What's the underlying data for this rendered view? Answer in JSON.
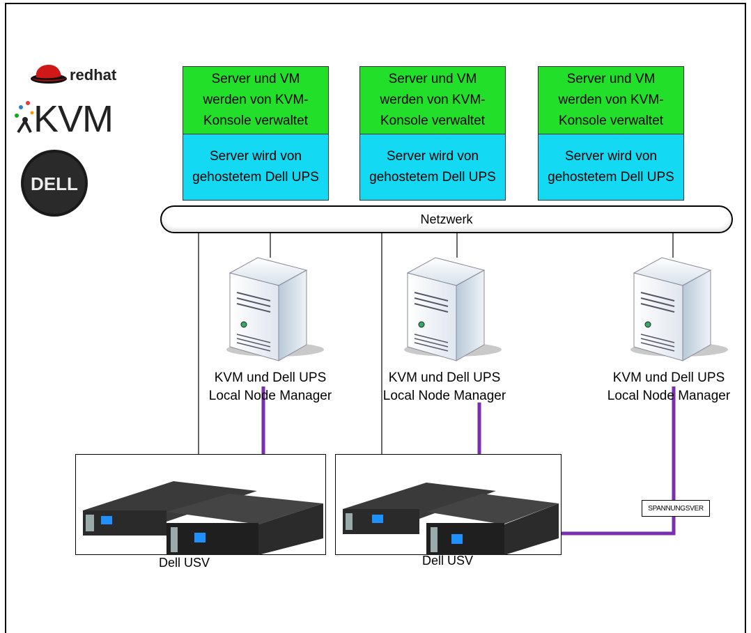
{
  "vm_boxes": [
    {
      "top": "Server und VM\nwerden von KVM-\nKonsole verwaltet",
      "bottom": "Server wird von\ngehostetem Dell UPS"
    },
    {
      "top": "Server und VM\nwerden von KVM-\nKonsole verwaltet",
      "bottom": "Server wird von\ngehostetem Dell UPS"
    },
    {
      "top": "Server und VM\nwerden von KVM-\nKonsole verwaltet",
      "bottom": "Server wird von\ngehostetem Dell UPS"
    }
  ],
  "network_label": "Netzwerk",
  "node_labels": [
    "KVM und Dell UPS\nLocal Node Manager",
    "KVM und Dell UPS\nLocal Node Manager",
    "KVM und Dell UPS\nLocal Node Manager"
  ],
  "usv_labels": [
    "Dell USV",
    "Dell USV"
  ],
  "power_tag": "SPANNUNGSVER",
  "logos": {
    "redhat": "redhat",
    "kvm": "KVM",
    "dell": "DELL"
  },
  "colors": {
    "vm_top": "#22e02a",
    "vm_bottom": "#13d9f3",
    "power_line": "#7a2fb0"
  }
}
